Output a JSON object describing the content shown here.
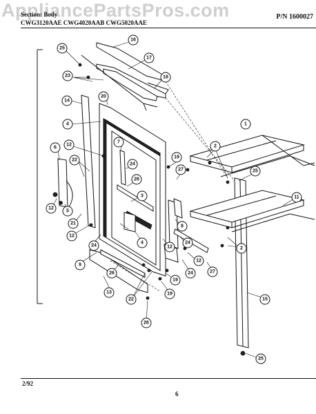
{
  "watermark": "AppliancePartsPros.com",
  "header": {
    "section": "Section: Body",
    "models": "CWG3120AAE  CWG4020AAB  CWG5020AAE",
    "part_number": "P/N 1600027"
  },
  "footer": {
    "date": "2/92",
    "page": "6"
  },
  "callouts": [
    "1",
    "2",
    "2",
    "3",
    "4",
    "4",
    "5",
    "6",
    "7",
    "9",
    "11",
    "12",
    "12",
    "12",
    "12",
    "12",
    "13",
    "14",
    "15",
    "16",
    "17",
    "18",
    "19",
    "19",
    "20",
    "21",
    "22",
    "22",
    "23",
    "24",
    "24",
    "24",
    "24",
    "25",
    "25",
    "25",
    "26",
    "26",
    "26",
    "27",
    "27",
    "8"
  ]
}
